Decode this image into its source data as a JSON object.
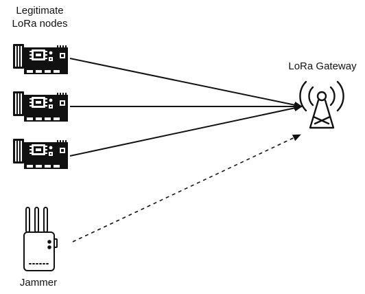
{
  "labels": {
    "nodes_line1": "Legitimate",
    "nodes_line2": "LoRa nodes",
    "gateway": "LoRa Gateway",
    "jammer": "Jammer"
  },
  "nodes": [
    {
      "id": "node-1",
      "icon": "lora-node-board-icon"
    },
    {
      "id": "node-2",
      "icon": "lora-node-board-icon"
    },
    {
      "id": "node-3",
      "icon": "lora-node-board-icon"
    }
  ],
  "gateway_icon": "antenna-tower-icon",
  "jammer_icon": "jammer-device-icon",
  "links": [
    {
      "from": "node-1",
      "to": "gateway",
      "style": "solid"
    },
    {
      "from": "node-2",
      "to": "gateway",
      "style": "solid"
    },
    {
      "from": "node-3",
      "to": "gateway",
      "style": "solid"
    },
    {
      "from": "jammer",
      "to": "gateway",
      "style": "dashed"
    }
  ],
  "colors": {
    "stroke": "#111111",
    "background": "#ffffff"
  }
}
